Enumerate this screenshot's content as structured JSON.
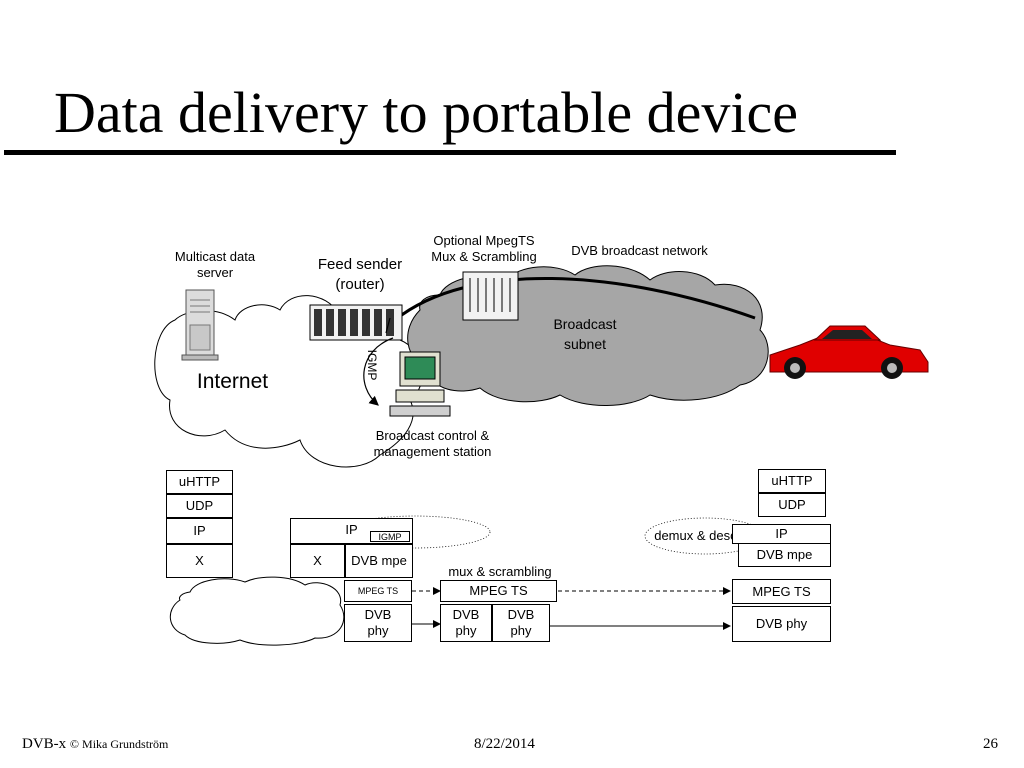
{
  "slide": {
    "title": "Data delivery to portable device",
    "footer_left": "DVB-x",
    "footer_copyright": "© Mika Grundström",
    "footer_date": "8/22/2014",
    "footer_page": "26"
  },
  "network": {
    "multicast_server": "Multicast data server",
    "feed_sender": "Feed sender (router)",
    "optional_mux": "Optional MpegTS Mux & Scrambling",
    "dvb_network": "DVB broadcast network",
    "broadcast_subnet": "Broadcast subnet",
    "internet": "Internet",
    "igmp": "IGMP",
    "control_station": "Broadcast control & management station"
  },
  "stacks": {
    "server": [
      "uHTTP",
      "UDP",
      "IP",
      "X"
    ],
    "router_ip": "IP",
    "router_igmp": "IGMP",
    "router_x": "X",
    "router_dvb_mpe": "DVB mpe",
    "router_mpeg_ts": "MPEG TS",
    "router_dvb_phy": "DVB phy",
    "mux_label": "mux & scrambling",
    "mux_mpeg_ts": "MPEG TS",
    "mux_phy_in": "DVB phy",
    "mux_phy_out": "DVB phy",
    "demux_label": "demux & descra.",
    "recv_uhttp": "uHTTP",
    "recv_udp": "UDP",
    "recv_ip": "IP",
    "recv_dvb_mpe": "DVB mpe",
    "recv_mpeg_ts": "MPEG TS",
    "recv_dvb_phy": "DVB phy"
  },
  "colors": {
    "broadcast_cloud": "#a6a6a6",
    "car": "#e00000"
  }
}
